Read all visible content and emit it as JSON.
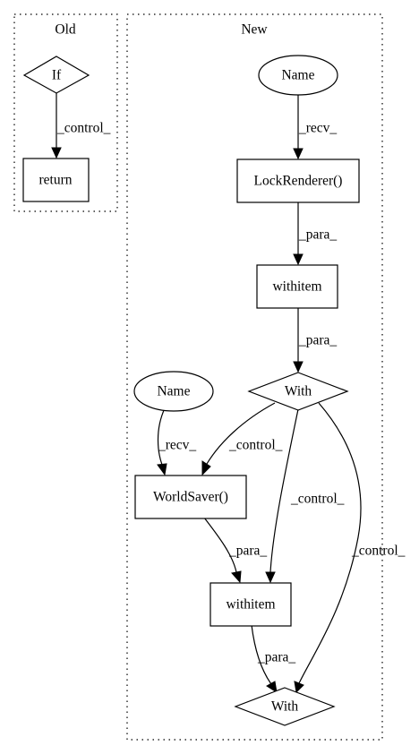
{
  "clusters": {
    "old": {
      "label": "Old"
    },
    "new": {
      "label": "New"
    }
  },
  "nodes": {
    "old_if": {
      "label": "If",
      "shape": "diamond"
    },
    "old_return": {
      "label": "return",
      "shape": "box"
    },
    "name_top": {
      "label": "Name",
      "shape": "ellipse"
    },
    "lock_renderer": {
      "label": "LockRenderer()",
      "shape": "box"
    },
    "withitem_top": {
      "label": "withitem",
      "shape": "box"
    },
    "with_top": {
      "label": "With",
      "shape": "diamond"
    },
    "name_left": {
      "label": "Name",
      "shape": "ellipse"
    },
    "world_saver": {
      "label": "WorldSaver()",
      "shape": "box"
    },
    "withitem_bottom": {
      "label": "withitem",
      "shape": "box"
    },
    "with_bottom": {
      "label": "With",
      "shape": "diamond"
    }
  },
  "edges": [
    {
      "id": "if_return",
      "from": "old_if",
      "to": "old_return",
      "label": "_control_"
    },
    {
      "id": "name_lock",
      "from": "name_top",
      "to": "lock_renderer",
      "label": "_recv_"
    },
    {
      "id": "lock_withitem",
      "from": "lock_renderer",
      "to": "withitem_top",
      "label": "_para_"
    },
    {
      "id": "withitem_with",
      "from": "withitem_top",
      "to": "with_top",
      "label": "_para_"
    },
    {
      "id": "name_world",
      "from": "name_left",
      "to": "world_saver",
      "label": "_recv_"
    },
    {
      "id": "with_world",
      "from": "with_top",
      "to": "world_saver",
      "label": "_control_"
    },
    {
      "id": "with_withitem2",
      "from": "with_top",
      "to": "withitem_bottom",
      "label": "_control_"
    },
    {
      "id": "with_with2",
      "from": "with_top",
      "to": "with_bottom",
      "label": "_control_"
    },
    {
      "id": "world_withitem2",
      "from": "world_saver",
      "to": "withitem_bottom",
      "label": "_para_"
    },
    {
      "id": "withitem2_with2",
      "from": "withitem_bottom",
      "to": "with_bottom",
      "label": "_para_"
    }
  ]
}
